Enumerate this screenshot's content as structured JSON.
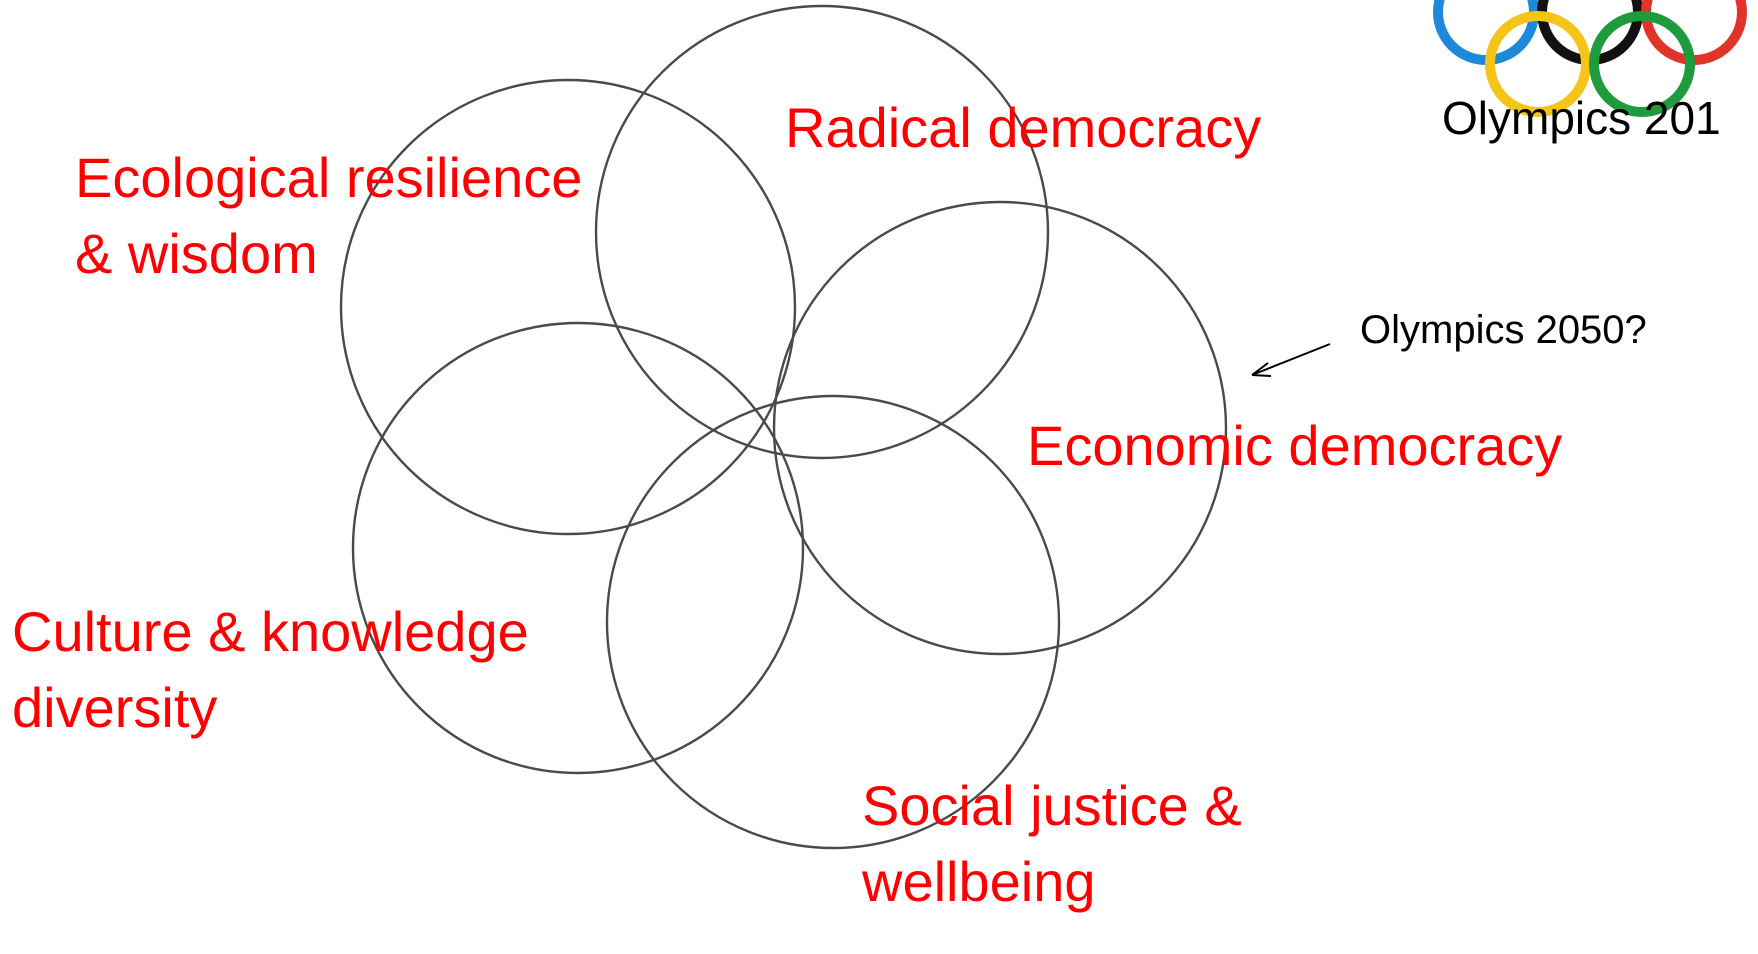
{
  "diagram": {
    "labels": {
      "ecological": [
        "Ecological resilience",
        "& wisdom"
      ],
      "radical": "Radical democracy",
      "economic": "Economic democracy",
      "culture": [
        "Culture & knowledge",
        "diversity"
      ],
      "social": [
        "Social justice &",
        "wellbeing"
      ]
    },
    "annotation": "Olympics 2050?",
    "logo_caption": "Olympics 201"
  },
  "colors": {
    "label_text": "#ff0000",
    "circle_stroke": "#4a4a4a",
    "ring_blue": "#1e88d9",
    "ring_black": "#111111",
    "ring_red": "#e2332b",
    "ring_yellow": "#f5c419",
    "ring_green": "#1f9a3c"
  }
}
